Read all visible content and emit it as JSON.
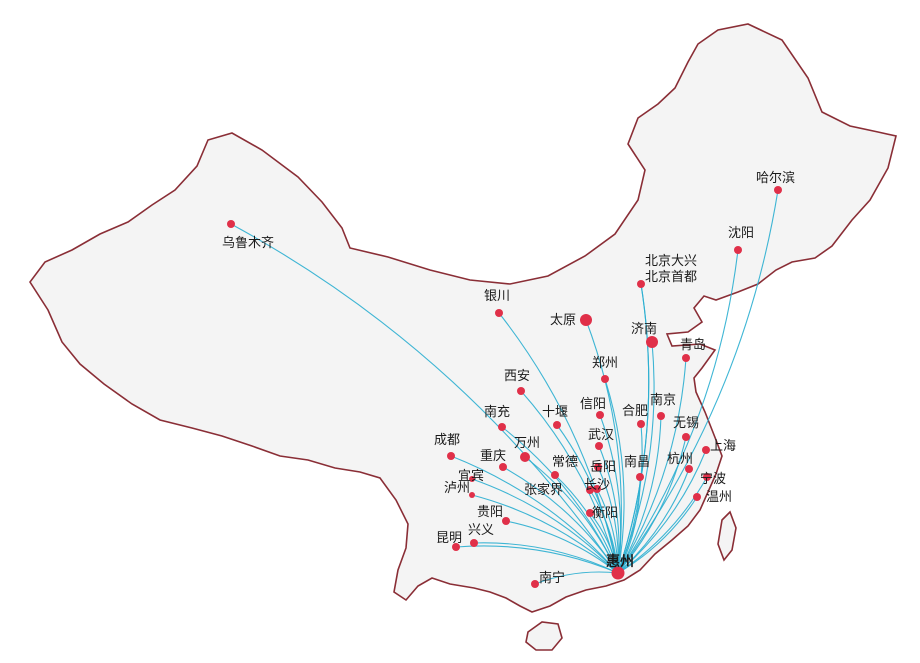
{
  "colors": {
    "border": "#8a2e36",
    "land": "#f4f4f4",
    "route": "#2aaed0",
    "dot": "#e03049"
  },
  "hub": {
    "name": "惠州"
  },
  "cities": [
    {
      "id": "urumqi",
      "name": "乌鲁木齐"
    },
    {
      "id": "harbin",
      "name": "哈尔滨"
    },
    {
      "id": "shenyang",
      "name": "沈阳"
    },
    {
      "id": "beijing-daxing",
      "name": "北京大兴"
    },
    {
      "id": "beijing-capital",
      "name": "北京首都"
    },
    {
      "id": "yinchuan",
      "name": "银川"
    },
    {
      "id": "taiyuan",
      "name": "太原"
    },
    {
      "id": "jinan",
      "name": "济南"
    },
    {
      "id": "qingdao",
      "name": "青岛"
    },
    {
      "id": "zhengzhou",
      "name": "郑州"
    },
    {
      "id": "xian",
      "name": "西安"
    },
    {
      "id": "nanchong",
      "name": "南充"
    },
    {
      "id": "shiyan",
      "name": "十堰"
    },
    {
      "id": "xinyang",
      "name": "信阳"
    },
    {
      "id": "hefei",
      "name": "合肥"
    },
    {
      "id": "nanjing",
      "name": "南京"
    },
    {
      "id": "wuxi",
      "name": "无锡"
    },
    {
      "id": "shanghai",
      "name": "上海"
    },
    {
      "id": "chengdu",
      "name": "成都"
    },
    {
      "id": "wanzhou",
      "name": "万州"
    },
    {
      "id": "wuhan",
      "name": "武汉"
    },
    {
      "id": "chongqing",
      "name": "重庆"
    },
    {
      "id": "changde",
      "name": "常德"
    },
    {
      "id": "yueyang",
      "name": "岳阳"
    },
    {
      "id": "nanchang",
      "name": "南昌"
    },
    {
      "id": "hangzhou",
      "name": "杭州"
    },
    {
      "id": "ningbo",
      "name": "宁波"
    },
    {
      "id": "yibin",
      "name": "宜宾"
    },
    {
      "id": "luzhou",
      "name": "泸州"
    },
    {
      "id": "zhangjiajie",
      "name": "张家界"
    },
    {
      "id": "changsha",
      "name": "长沙"
    },
    {
      "id": "wenzhou",
      "name": "温州"
    },
    {
      "id": "guiyang",
      "name": "贵阳"
    },
    {
      "id": "hengyang",
      "name": "衡阳"
    },
    {
      "id": "kunming",
      "name": "昆明"
    },
    {
      "id": "xingyi",
      "name": "兴义"
    },
    {
      "id": "nanning",
      "name": "南宁"
    }
  ]
}
